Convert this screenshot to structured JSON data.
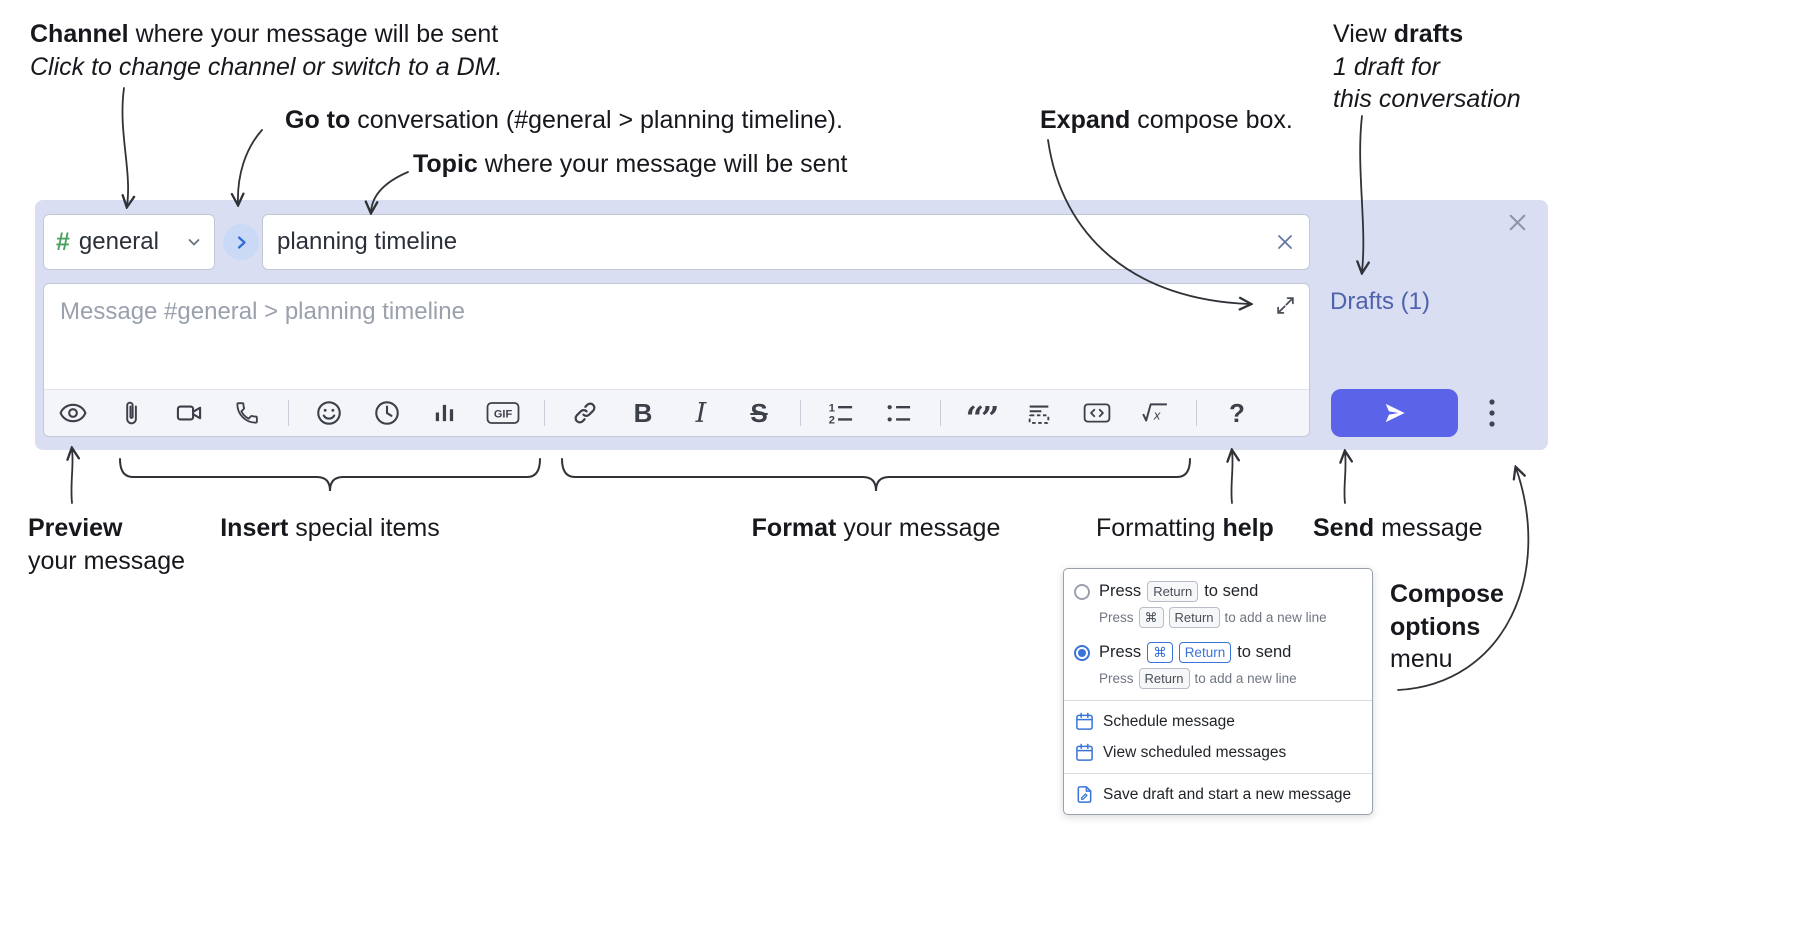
{
  "annotations": {
    "channel": {
      "bold": "Channel",
      "rest": " where your message will be sent",
      "line2": "Click to change channel or switch to a DM."
    },
    "goto": {
      "bold": "Go to",
      "rest": " conversation (#general > planning timeline)."
    },
    "topic": {
      "bold": "Topic",
      "rest": " where your message will be sent"
    },
    "view_drafts": {
      "pre": "View ",
      "bold": "drafts",
      "line2": "1 draft for",
      "line3": "this conversation"
    },
    "expand": {
      "bold": "Expand",
      "rest": " compose box."
    },
    "preview": {
      "bold": "Preview",
      "line2": "your message"
    },
    "insert": {
      "bold": "Insert",
      "rest": " special items"
    },
    "format": {
      "bold": "Format",
      "rest": " your message"
    },
    "formatting_help": {
      "pre": "Formatting ",
      "bold": "help"
    },
    "send": {
      "bold": "Send",
      "rest": " message"
    },
    "compose_options": {
      "bold1": "Compose",
      "bold2": "options",
      "rest": "menu"
    }
  },
  "compose": {
    "channel_hash": "#",
    "channel_name": "general",
    "topic_value": "planning timeline",
    "message_placeholder": "Message #general > planning timeline",
    "drafts_link": "Drafts (1)"
  },
  "toolbar": {
    "icons": [
      "preview",
      "attach-file",
      "video-call",
      "voice-call",
      "emoji",
      "time",
      "poll",
      "gif",
      "link",
      "bold",
      "italic",
      "strikethrough",
      "numbered-list",
      "bulleted-list",
      "quote",
      "spoiler",
      "code",
      "math",
      "help"
    ],
    "gif_label": "GIF",
    "bold_glyph": "B",
    "italic_glyph": "I",
    "strike_glyph": "S",
    "quote_glyph": "“”",
    "num1": "1",
    "num2": "2",
    "math_glyph": "x",
    "help_glyph": "?"
  },
  "menu": {
    "option_enter": {
      "press": "Press",
      "key": "Return",
      "after": "to send",
      "sub_press": "Press",
      "sub_key1": "⌘",
      "sub_key2": "Return",
      "sub_after": "to add a new line"
    },
    "option_cmd_enter": {
      "press": "Press",
      "key1": "⌘",
      "key2": "Return",
      "after": "to send",
      "sub_press": "Press",
      "sub_key": "Return",
      "sub_after": "to add a new line"
    },
    "items": [
      "Schedule message",
      "View scheduled messages",
      "Save draft and start a new message"
    ]
  },
  "colors": {
    "compose_bg": "#d9def2",
    "send_button": "#5b63e8",
    "accent_blue": "#3b74d8",
    "hash_green": "#47a35f",
    "drafts_link": "#4f63ac"
  }
}
